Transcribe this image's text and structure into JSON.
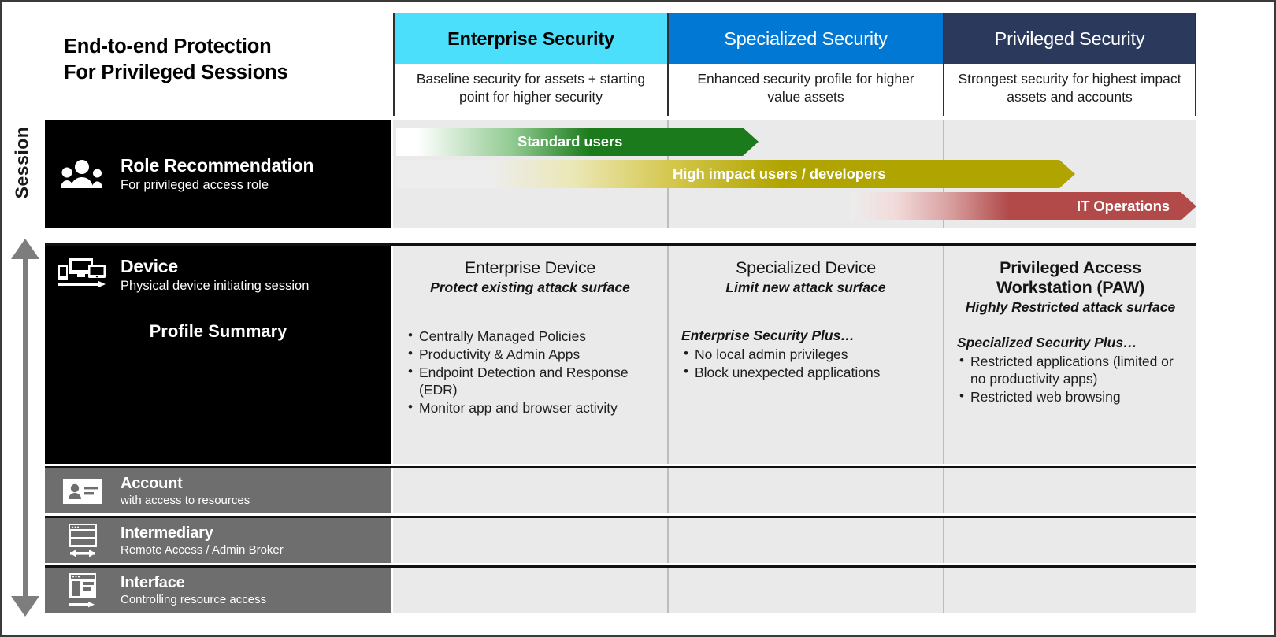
{
  "title": {
    "line1": "End-to-end Protection",
    "line2": "For Privileged Sessions"
  },
  "axis": {
    "session_label": "Session"
  },
  "colors": {
    "enterprise": "#4bdffb",
    "specialized": "#0078d4",
    "privileged": "#2b3a5c",
    "standard_users_arrow": "#1b7a1b",
    "high_impact_arrow": "#b0a500",
    "it_operations_arrow": "#b24a4a",
    "panel_black": "#000000",
    "panel_gray": "#6e6e6e",
    "cell_background": "#eaeaea"
  },
  "columns": [
    {
      "id": "enterprise",
      "header": "Enterprise Security",
      "subtitle": "Baseline security for assets + starting point for higher security",
      "header_bg": "#4bdffb",
      "header_fg": "#000000"
    },
    {
      "id": "specialized",
      "header": "Specialized Security",
      "subtitle": "Enhanced security profile for higher value assets",
      "header_bg": "#0078d4",
      "header_fg": "#ffffff"
    },
    {
      "id": "privileged",
      "header": "Privileged Security",
      "subtitle": "Strongest security for highest impact assets and accounts",
      "header_bg": "#2b3a5c",
      "header_fg": "#ffffff"
    }
  ],
  "rows": {
    "role_recommendation": {
      "icon": "people-group-icon",
      "title": "Role Recommendation",
      "subtitle": "For privileged access role",
      "arrows": [
        {
          "label": "Standard users",
          "color": "#1b7a1b"
        },
        {
          "label": "High impact users / developers",
          "color": "#b0a500"
        },
        {
          "label": "IT Operations",
          "color": "#b24a4a"
        }
      ]
    },
    "device": {
      "icon": "devices-arrow-icon",
      "title": "Device",
      "subtitle": "Physical device initiating session",
      "profile_summary_label": "Profile Summary",
      "cells": [
        {
          "title": "Enterprise Device",
          "title_bold": false,
          "subtitle": "Protect existing attack surface",
          "lead": "",
          "bullets": [
            "Centrally Managed Policies",
            "Productivity & Admin Apps",
            "Endpoint Detection and Response (EDR)",
            "Monitor app and browser activity"
          ]
        },
        {
          "title": "Specialized Device",
          "title_bold": false,
          "subtitle": "Limit new attack surface",
          "lead": "Enterprise Security Plus…",
          "bullets": [
            "No local admin privileges",
            "Block unexpected applications"
          ]
        },
        {
          "title": "Privileged Access Workstation (PAW)",
          "title_bold": true,
          "subtitle": "Highly Restricted attack surface",
          "lead": "Specialized Security Plus…",
          "bullets": [
            "Restricted applications (limited or no productivity apps)",
            "Restricted web browsing"
          ]
        }
      ]
    },
    "account": {
      "icon": "id-card-icon",
      "title": "Account",
      "subtitle": "with access to resources"
    },
    "intermediary": {
      "icon": "broker-window-icon",
      "title": "Intermediary",
      "subtitle": "Remote Access / Admin Broker"
    },
    "interface": {
      "icon": "interface-window-icon",
      "title": "Interface",
      "subtitle": "Controlling resource access"
    }
  }
}
